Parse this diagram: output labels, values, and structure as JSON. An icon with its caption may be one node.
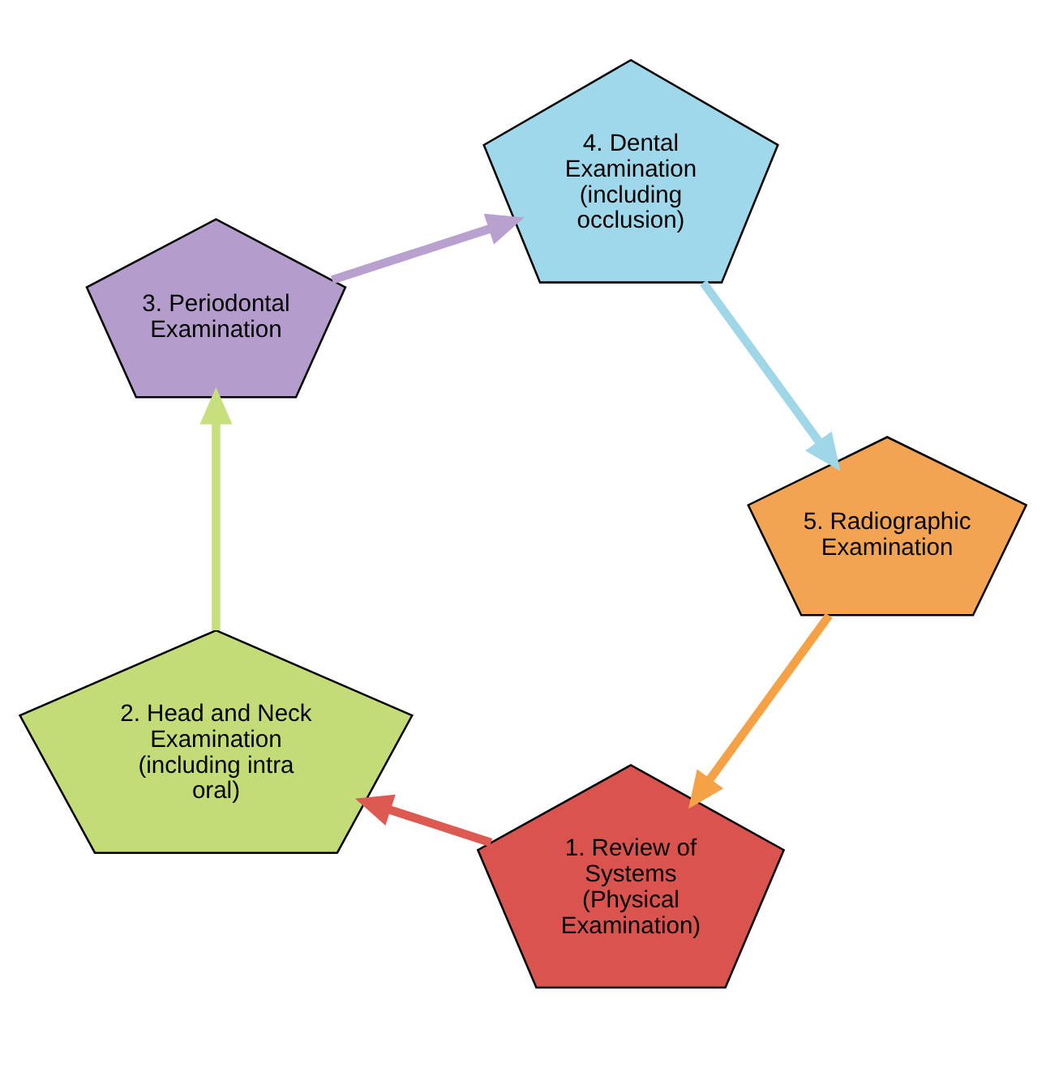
{
  "diagram": {
    "nodes": [
      {
        "text": [
          "1. Review of Systems (Physical Examination)"
        ]
      },
      {
        "text": [
          "2. Head and Neck Examination (including intra oral)"
        ]
      },
      {
        "text": [
          "3. Periodontal Examination"
        ]
      },
      {
        "text": [
          "4. Dental Examination (including occlusion)"
        ]
      },
      {
        "text": [
          "5. Radiographic Examination"
        ]
      }
    ],
    "edges": [
      {
        "from": 0,
        "to": 1,
        "arrow": "to",
        "color": "#dd5a52"
      },
      {
        "from": 1,
        "to": 2,
        "arrow": "to",
        "color": "#c8df7e"
      },
      {
        "from": 2,
        "to": 3,
        "arrow": "to",
        "color": "#b8a0cf"
      },
      {
        "from": 3,
        "to": 4,
        "arrow": "to",
        "color": "#9fd6e8"
      },
      {
        "from": 4,
        "to": 0,
        "arrow": "to",
        "color": "#f5a247"
      }
    ]
  }
}
